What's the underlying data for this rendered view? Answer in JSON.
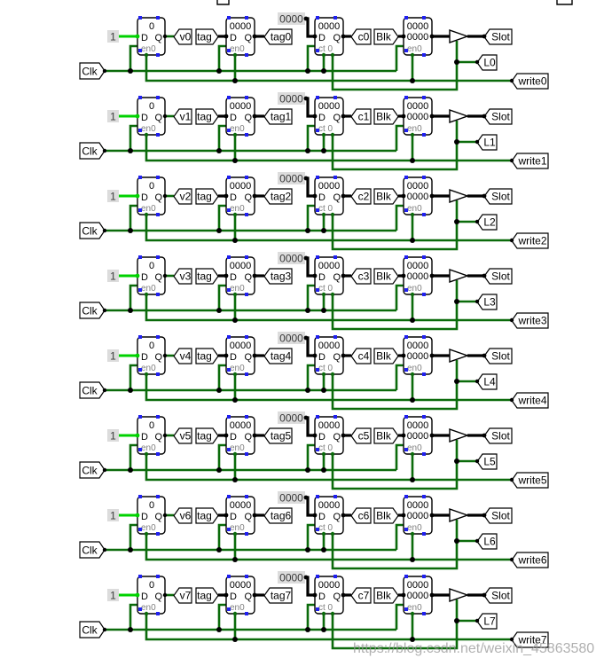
{
  "labels": {
    "d_pin": "D",
    "q_pin": "Q",
    "enable": "en0",
    "count": "ct 0"
  },
  "rows": [
    {
      "constant": "1",
      "valid_bit": "0",
      "valid_out": "v0",
      "tag_in": "tag",
      "tag_value": "0000",
      "tag_out": "tag0",
      "counter_init": "0000",
      "counter_value": "0000",
      "count_out": "c0",
      "block_in": "Blk",
      "block_register_value": "0000",
      "block_register_input": "0000",
      "slot_out": "Slot",
      "lru_out": "L0",
      "write_in": "write0",
      "clock_in": "Clk"
    },
    {
      "constant": "1",
      "valid_bit": "0",
      "valid_out": "v1",
      "tag_in": "tag",
      "tag_value": "0000",
      "tag_out": "tag1",
      "counter_init": "0000",
      "counter_value": "0000",
      "count_out": "c1",
      "block_in": "Blk",
      "block_register_value": "0000",
      "block_register_input": "0000",
      "slot_out": "Slot",
      "lru_out": "L1",
      "write_in": "write1",
      "clock_in": "Clk"
    },
    {
      "constant": "1",
      "valid_bit": "0",
      "valid_out": "v2",
      "tag_in": "tag",
      "tag_value": "0000",
      "tag_out": "tag2",
      "counter_init": "0000",
      "counter_value": "0000",
      "count_out": "c2",
      "block_in": "Blk",
      "block_register_value": "0000",
      "block_register_input": "0000",
      "slot_out": "Slot",
      "lru_out": "L2",
      "write_in": "write2",
      "clock_in": "Clk"
    },
    {
      "constant": "1",
      "valid_bit": "0",
      "valid_out": "v3",
      "tag_in": "tag",
      "tag_value": "0000",
      "tag_out": "tag3",
      "counter_init": "0000",
      "counter_value": "0000",
      "count_out": "c3",
      "block_in": "Blk",
      "block_register_value": "0000",
      "block_register_input": "0000",
      "slot_out": "Slot",
      "lru_out": "L3",
      "write_in": "write3",
      "clock_in": "Clk"
    },
    {
      "constant": "1",
      "valid_bit": "0",
      "valid_out": "v4",
      "tag_in": "tag",
      "tag_value": "0000",
      "tag_out": "tag4",
      "counter_init": "0000",
      "counter_value": "0000",
      "count_out": "c4",
      "block_in": "Blk",
      "block_register_value": "0000",
      "block_register_input": "0000",
      "slot_out": "Slot",
      "lru_out": "L4",
      "write_in": "write4",
      "clock_in": "Clk"
    },
    {
      "constant": "1",
      "valid_bit": "0",
      "valid_out": "v5",
      "tag_in": "tag",
      "tag_value": "0000",
      "tag_out": "tag5",
      "counter_init": "0000",
      "counter_value": "0000",
      "count_out": "c5",
      "block_in": "Blk",
      "block_register_value": "0000",
      "block_register_input": "0000",
      "slot_out": "Slot",
      "lru_out": "L5",
      "write_in": "write5",
      "clock_in": "Clk"
    },
    {
      "constant": "1",
      "valid_bit": "0",
      "valid_out": "v6",
      "tag_in": "tag",
      "tag_value": "0000",
      "tag_out": "tag6",
      "counter_init": "0000",
      "counter_value": "0000",
      "count_out": "c6",
      "block_in": "Blk",
      "block_register_value": "0000",
      "block_register_input": "0000",
      "slot_out": "Slot",
      "lru_out": "L6",
      "write_in": "write6",
      "clock_in": "Clk"
    },
    {
      "constant": "1",
      "valid_bit": "0",
      "valid_out": "v7",
      "tag_in": "tag",
      "tag_value": "0000",
      "tag_out": "tag7",
      "counter_init": "0000",
      "counter_value": "0000",
      "count_out": "c7",
      "block_in": "Blk",
      "block_register_value": "0000",
      "block_register_input": "0000",
      "slot_out": "Slot",
      "lru_out": "L7",
      "write_in": "write7",
      "clock_in": "Clk"
    }
  ],
  "watermark": "https://blog.csdn.net/weixin_45863580",
  "colors": {
    "wire": "#0b6b0b",
    "wire_active": "#00d200",
    "bus": "#000000",
    "unconnected_pin": "#2020f0",
    "constant_bg": "#dcdcdc"
  }
}
